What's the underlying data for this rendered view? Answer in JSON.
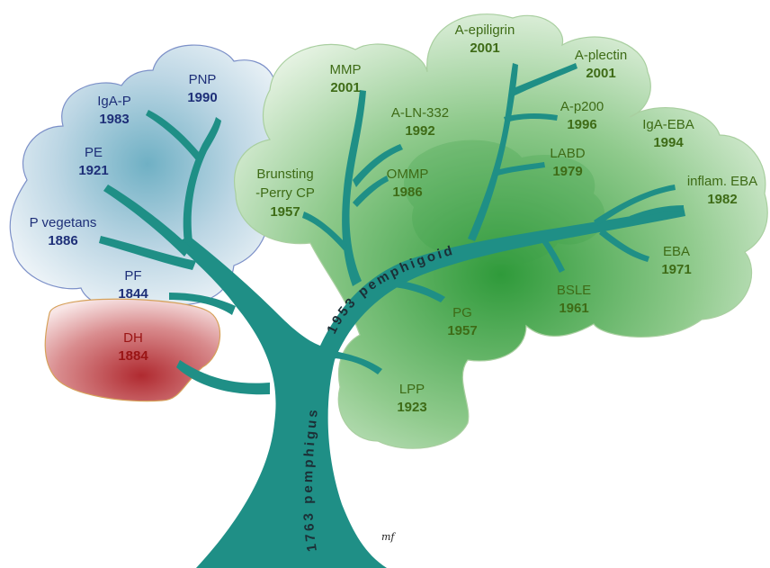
{
  "trunk": {
    "pemphigus_label": "1763 pemphigus",
    "pemphigoid_label": "1953 pemphigoid"
  },
  "signature": "mf",
  "groups": {
    "pemphigus": {
      "color": "#b9d4e3"
    },
    "dh": {
      "color": "#c24a4e"
    },
    "pemphigoid": {
      "color": "#3a9a3f"
    }
  },
  "leaves": {
    "pnp": {
      "name": "PNP",
      "year": "1990"
    },
    "igap": {
      "name": "IgA-P",
      "year": "1983"
    },
    "pe": {
      "name": "PE",
      "year": "1921"
    },
    "pveg": {
      "name": "P vegetans",
      "year": "1886"
    },
    "pf": {
      "name": "PF",
      "year": "1844"
    },
    "dh": {
      "name": "DH",
      "year": "1884"
    },
    "mmp": {
      "name": "MMP",
      "year": "2001"
    },
    "aln": {
      "name": "A-LN-332",
      "year": "1992"
    },
    "brunsting": {
      "name1": "Brunsting",
      "name2": "-Perry CP",
      "year": "1957"
    },
    "ommp": {
      "name": "OMMP",
      "year": "1986"
    },
    "aepi": {
      "name": "A-epiligrin",
      "year": "2001"
    },
    "aplec": {
      "name": "A-plectin",
      "year": "2001"
    },
    "ap200": {
      "name": "A-p200",
      "year": "1996"
    },
    "labd": {
      "name": "LABD",
      "year": "1979"
    },
    "igaeba": {
      "name": "IgA-EBA",
      "year": "1994"
    },
    "infeba": {
      "name": "inflam. EBA",
      "year": "1982"
    },
    "eba": {
      "name": "EBA",
      "year": "1971"
    },
    "bsle": {
      "name": "BSLE",
      "year": "1961"
    },
    "pg": {
      "name": "PG",
      "year": "1957"
    },
    "lpp": {
      "name": "LPP",
      "year": "1923"
    }
  }
}
